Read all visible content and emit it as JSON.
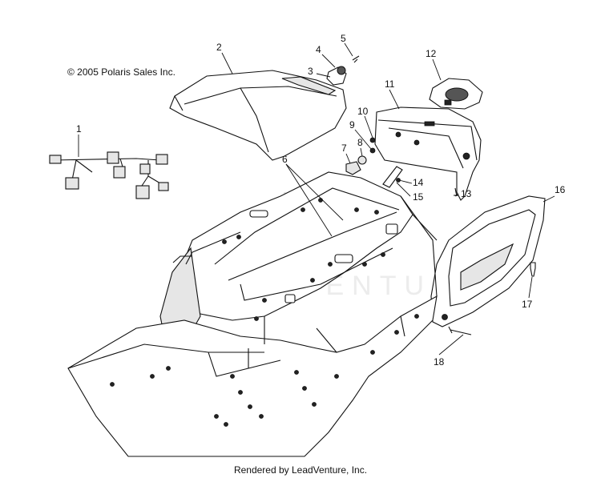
{
  "copyright": "© 2005 Polaris Sales Inc.",
  "footer": "Rendered by LeadVenture, Inc.",
  "watermark": "LEADVENTURE",
  "callouts": [
    "1",
    "2",
    "3",
    "4",
    "5",
    "6",
    "7",
    "8",
    "9",
    "10",
    "11",
    "12",
    "13",
    "14",
    "15",
    "16",
    "17",
    "18"
  ]
}
